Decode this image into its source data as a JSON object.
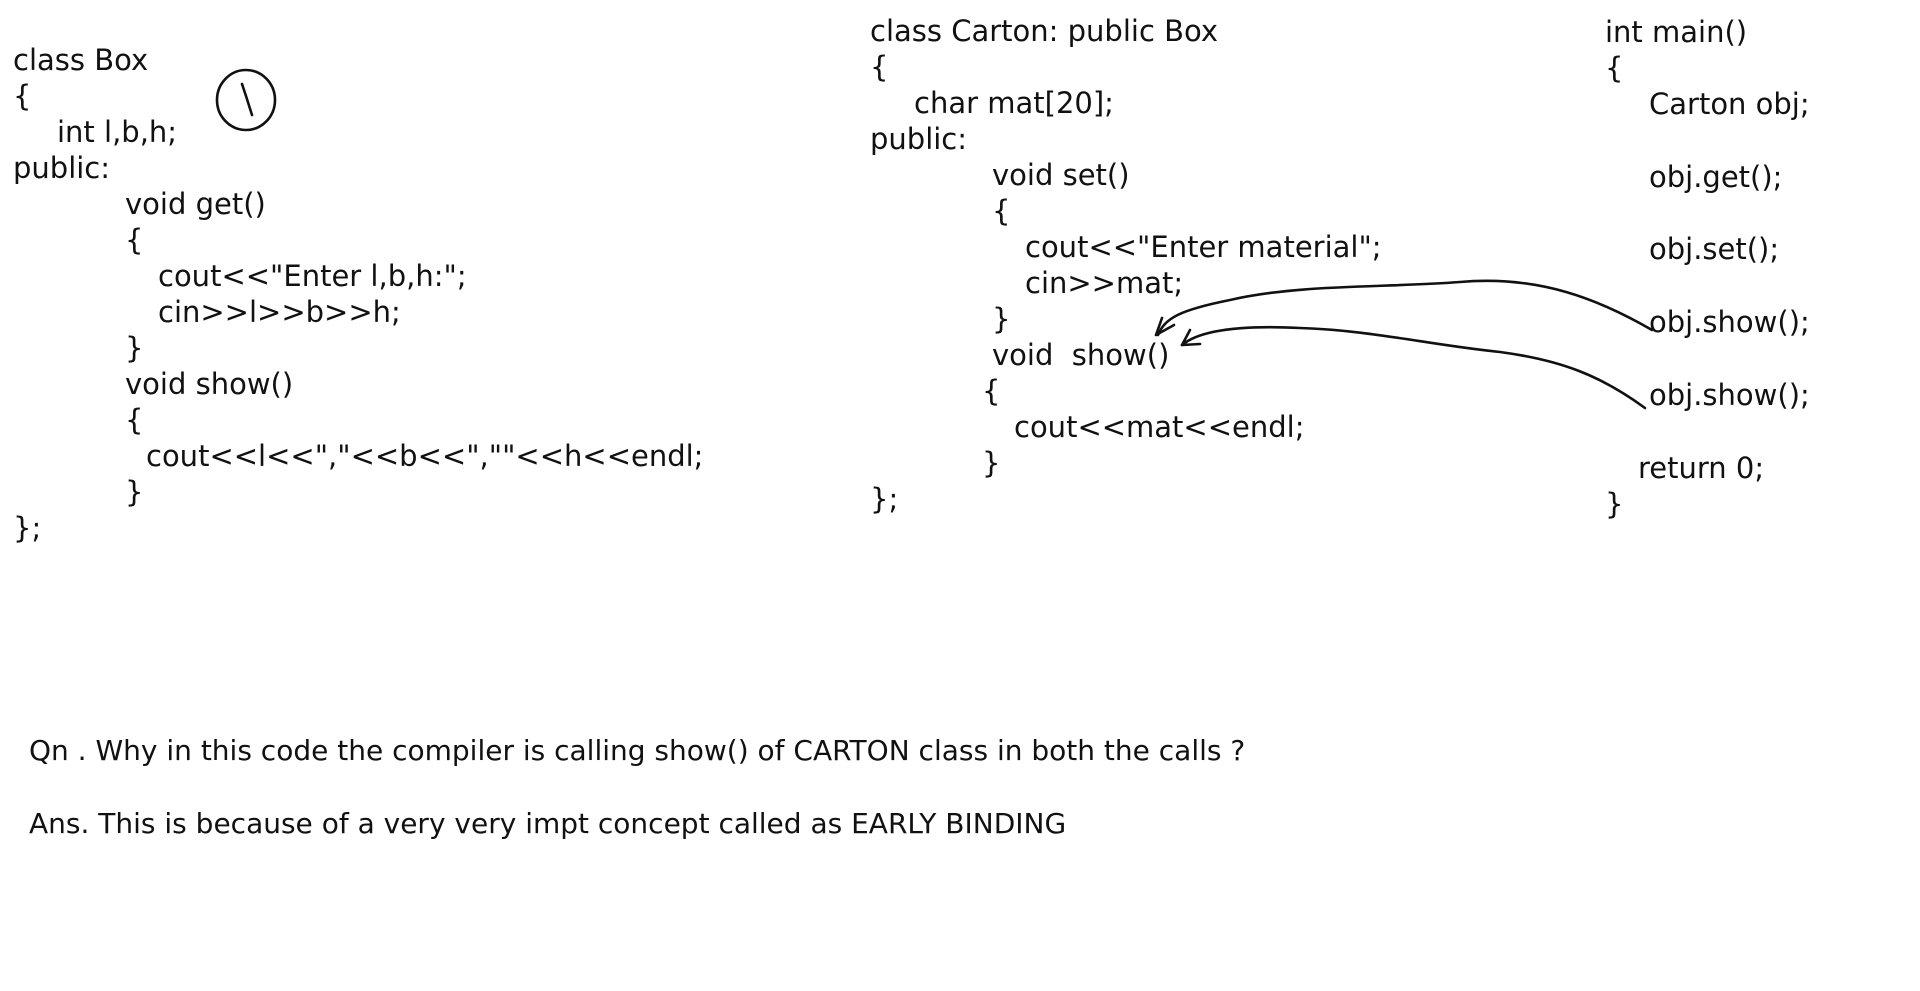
{
  "box_class": {
    "lines": [
      "class Box",
      "{",
      "int l,b,h;",
      "public:",
      "void get()",
      "{",
      "cout<<\"Enter l,b,h:\";",
      "cin>>l>>b>>h;",
      "}",
      "void show()",
      "{",
      "cout<<l<<\",\"<<b<<\",\"\"<<h<<endl;",
      "}",
      "};"
    ]
  },
  "carton_class": {
    "lines": [
      "class Carton: public Box",
      "{",
      "char mat[20];",
      "public:",
      "void set()",
      "{",
      "cout<<\"Enter material\";",
      "cin>>mat;",
      "}",
      "void  show()",
      "{",
      "cout<<mat<<endl;",
      "}",
      "};"
    ]
  },
  "main_function": {
    "lines": [
      "int main()",
      "{",
      "Carton obj;",
      "obj.get();",
      "obj.set();",
      "obj.show();",
      "obj.show();",
      "return 0;",
      "}"
    ]
  },
  "notes": {
    "question": "Qn . Why in this code the compiler is calling show() of CARTON class in both the calls ?",
    "answer": "Ans. This is because of a very very impt concept called as EARLY BINDING"
  },
  "annotations": {
    "circled_mark": "1",
    "arrow_count": 2
  },
  "colors": {
    "ink": "#111111",
    "background": "#ffffff"
  }
}
